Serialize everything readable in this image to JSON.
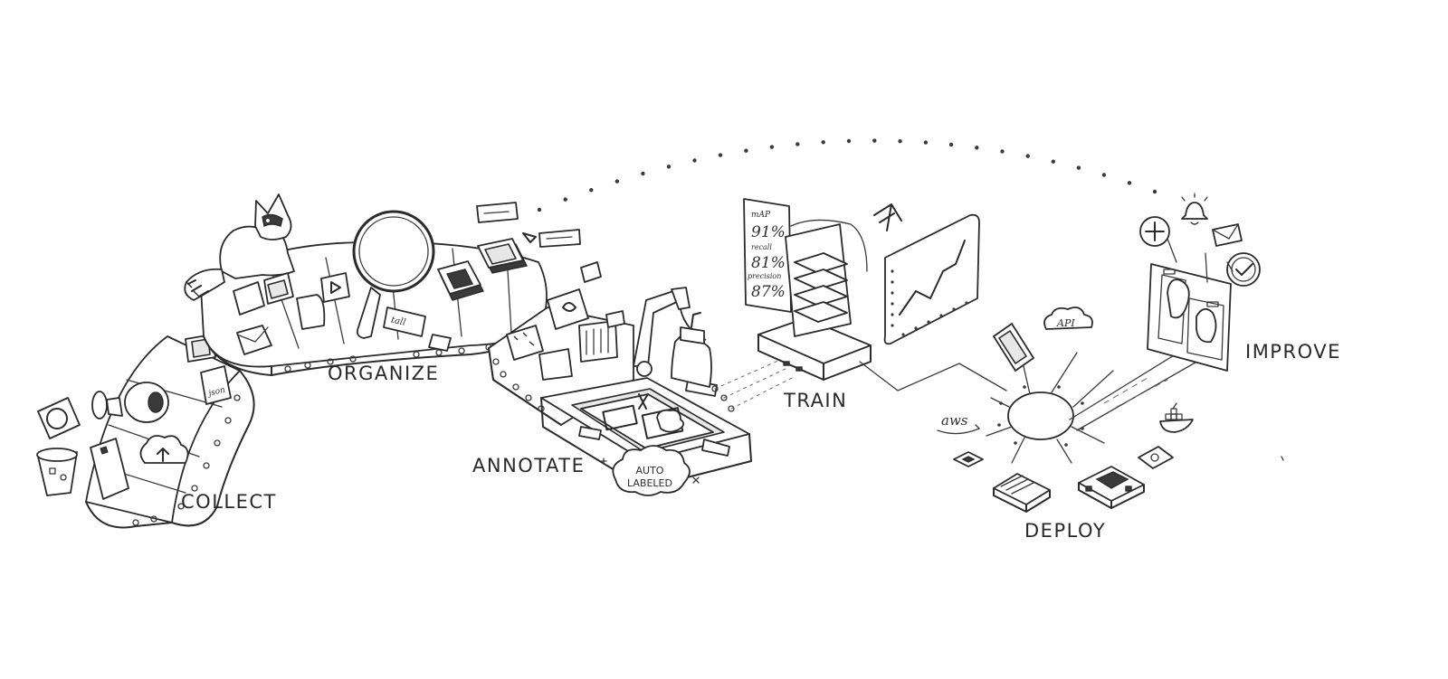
{
  "stages": {
    "collect": "COLLECT",
    "organize": "ORGANIZE",
    "annotate": "ANNOTATE",
    "train": "TRAIN",
    "deploy": "DEPLOY",
    "improve": "IMPROVE"
  },
  "badges": {
    "auto_labeled_line1": "AUTO",
    "auto_labeled_line2": "LABELED",
    "file_json": "json",
    "tag_tall": "tall"
  },
  "metrics": {
    "map_label": "mAP",
    "map_value": "91%",
    "recall_label": "recall",
    "recall_value": "81%",
    "precision_label": "precision",
    "precision_value": "87%"
  },
  "deploy_targets": {
    "api": "API",
    "aws": "aws"
  },
  "icons": [
    "camera-icon",
    "phone-icon",
    "cloud-upload-icon",
    "bucket-icon",
    "magnifier-icon",
    "raccoon-icon",
    "robot-arm-icon",
    "model-layers-icon",
    "chart-icon",
    "server-hub-icon",
    "docker-icon",
    "bell-icon",
    "mail-icon",
    "check-icon",
    "plus-icon"
  ]
}
